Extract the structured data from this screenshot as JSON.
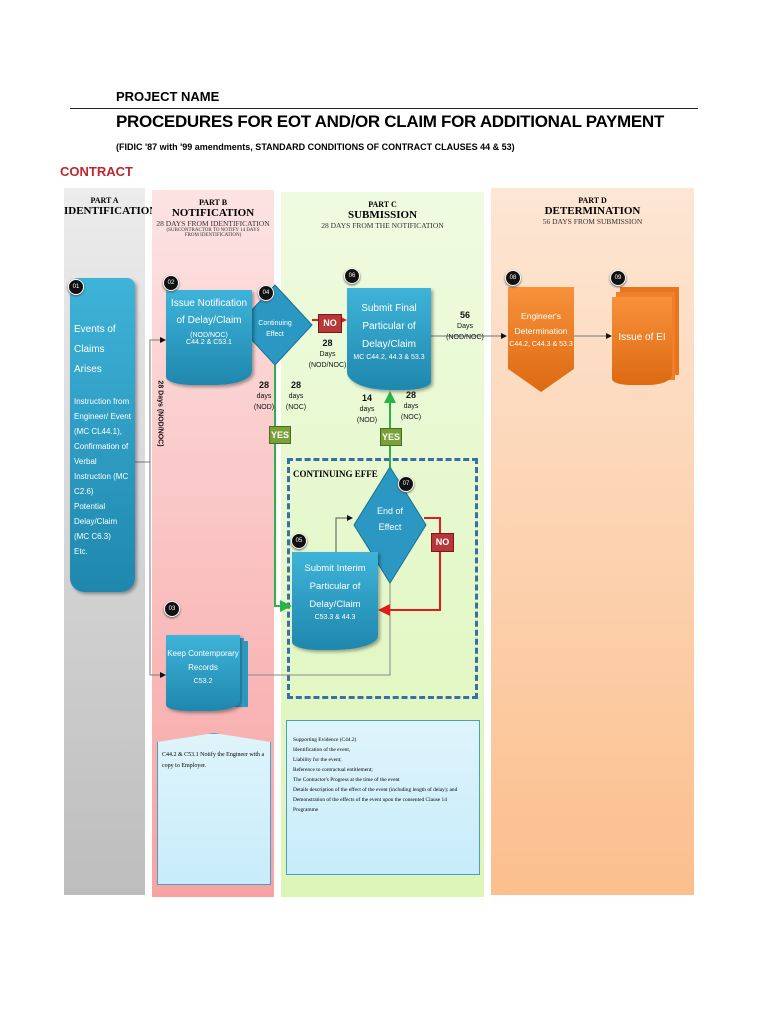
{
  "header": {
    "project": "PROJECT NAME",
    "title": "PROCEDURES FOR EOT AND/OR CLAIM FOR ADDITIONAL PAYMENT",
    "subtitle": "(FIDIC '87 with '99 amendments, STANDARD CONDITIONS OF CONTRACT CLAUSES 44 & 53)",
    "section": "CONTRACT"
  },
  "columns": [
    {
      "part": "PART A",
      "title": "IDENTIFICATION"
    },
    {
      "part": "PART B",
      "title": "NOTIFICATION",
      "sub": "28 DAYS FROM IDENTIFICATION",
      "note": "(SUBCONTRACTOR TO NOTIFY 14 DAYS FROM IDENTIFICATION)"
    },
    {
      "part": "PART C",
      "title": "SUBMISSION",
      "sub": "28 DAYS FROM THE NOTIFICATION"
    },
    {
      "part": "PART D",
      "title": "DETERMINATION",
      "sub": "56 DAYS FROM SUBMISSION"
    }
  ],
  "steps": {
    "s01": {
      "num": "01",
      "title": "Events of Claims Arises",
      "lines": [
        "Instruction from Engineer/ Event (MC CL44.1),",
        "Confirmation of Verbal Instruction (MC C2.6)",
        "Potential Delay/Claim (MC C6.3)",
        "Etc."
      ]
    },
    "s02": {
      "num": "02",
      "title": "Issue Notification of Delay/Claim",
      "sub": "(NOD/NOC)",
      "ref": "C44.2 & C53.1"
    },
    "s03": {
      "num": "03",
      "title": "Keep Contemporary Records",
      "ref": "C53.2"
    },
    "s04": {
      "num": "04",
      "title": "Continuing Effect"
    },
    "s05": {
      "num": "05",
      "title": "Submit Interim Particular of Delay/Claim",
      "ref": "C53.3 & 44.3"
    },
    "s06": {
      "num": "06",
      "title": "Submit Final Particular of Delay/Claim",
      "ref": "MC C44.2, 44.3 & 53.3"
    },
    "s07": {
      "num": "07",
      "title": "End of Effect"
    },
    "s08": {
      "num": "08",
      "title": "Engineer's Determination",
      "ref": "C44.2, C44.3 & 53.3"
    },
    "s09": {
      "num": "09",
      "title": "Issue of EI"
    }
  },
  "labels": {
    "yes": "YES",
    "no": "NO",
    "continuing": "CONTINUING EFFE",
    "l28a": "28 Days (NOD/NOC)",
    "l28b_n": "28",
    "l28b_u": "Days",
    "l28b_t": "(NOD/NOC)",
    "d04a": [
      "28",
      "days",
      "(NOD)"
    ],
    "d04b": [
      "28",
      "days",
      "(NOC)"
    ],
    "d06a": [
      "14",
      "days",
      "(NOD)"
    ],
    "d06b": [
      "28",
      "days",
      "(NOC)"
    ],
    "d56": [
      "56",
      "Days",
      "(NOD/NOC)"
    ]
  },
  "notes": {
    "b": "C44.2 & C53.1 Notify the Engineer with a copy to Employer.",
    "c": [
      "Supporting Evidence (C44.2)",
      "Identification of the event,",
      "Liability for the event;",
      "Reference to contractual entitlement;",
      "The Contractor's Progress at the time of the event",
      "Details description of the effect of the event (including length of delay); and",
      "Demonstration of the effects of the event upon the consented Clause 14",
      "Programme"
    ]
  }
}
